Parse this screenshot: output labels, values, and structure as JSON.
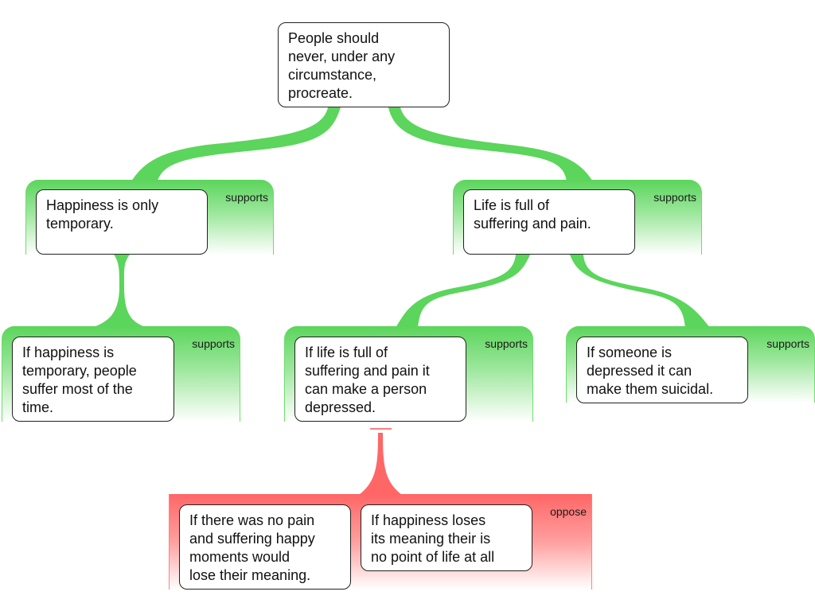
{
  "colors": {
    "supports": "#5bd55b",
    "oppose": "#ff6666"
  },
  "root": {
    "text": "People should\nnever, under any\ncircumstance,\nprocreate."
  },
  "groups": [
    {
      "relation": "supports",
      "label": "supports",
      "claims": [
        {
          "text": "Happiness is only\ntemporary."
        }
      ]
    },
    {
      "relation": "supports",
      "label": "supports",
      "claims": [
        {
          "text": "Life is full of\nsuffering and pain."
        }
      ]
    },
    {
      "relation": "supports",
      "label": "supports",
      "claims": [
        {
          "text": "If happiness is\ntemporary, people\nsuffer most of the\ntime."
        }
      ]
    },
    {
      "relation": "supports",
      "label": "supports",
      "claims": [
        {
          "text": "If life is full of\nsuffering and pain it\ncan make a person\ndepressed."
        }
      ]
    },
    {
      "relation": "supports",
      "label": "supports",
      "claims": [
        {
          "text": "If someone is\ndepressed it can\nmake them suicidal."
        }
      ]
    },
    {
      "relation": "oppose",
      "label": "oppose",
      "claims": [
        {
          "text": "If there was no pain\nand suffering happy\nmoments would\nlose their meaning."
        },
        {
          "text": "If happiness loses\nits meaning their is\nno point of life at all"
        }
      ]
    }
  ]
}
